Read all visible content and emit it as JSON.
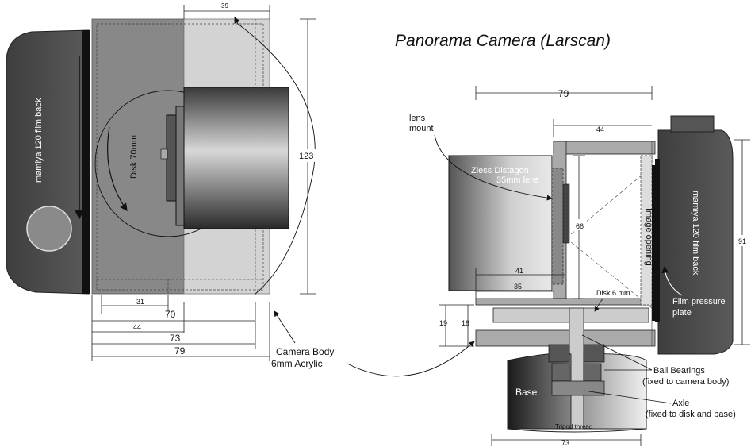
{
  "title": "Panorama Camera (Larscan)",
  "left_view": {
    "film_back_label": "mamiya 120 film back",
    "disk_label": "Disk 70mm",
    "dims": {
      "top": "39",
      "height": "123",
      "d31": "31",
      "d70": "70",
      "d44": "44",
      "d73": "73",
      "d79": "79"
    },
    "body_label_line1": "Camera Body",
    "body_label_line2": "6mm Acrylic"
  },
  "right_view": {
    "dims": {
      "width79": "79",
      "d44": "44",
      "d66": "66",
      "d41": "41",
      "d35": "35",
      "d91": "91",
      "d19": "19",
      "d18": "18",
      "base73": "73"
    },
    "lens_mount_line1": "lens",
    "lens_mount_line2": "mount",
    "lens_line1": "Ziess Distagon",
    "lens_line2": "35mm lens",
    "image_opening": "Image opening",
    "film_back_label": "mamiya 120 film back",
    "pressure_line1": "Film pressure",
    "pressure_line2": "plate",
    "disk_label": "Disk 6 mm",
    "bearings_line1": "Ball Bearings",
    "bearings_line2": "(fixed to camera body)",
    "axle_line1": "Axle",
    "axle_line2": "(fixed to disk and base)",
    "base_label": "Base",
    "tripod_label": "Tripod thread"
  }
}
